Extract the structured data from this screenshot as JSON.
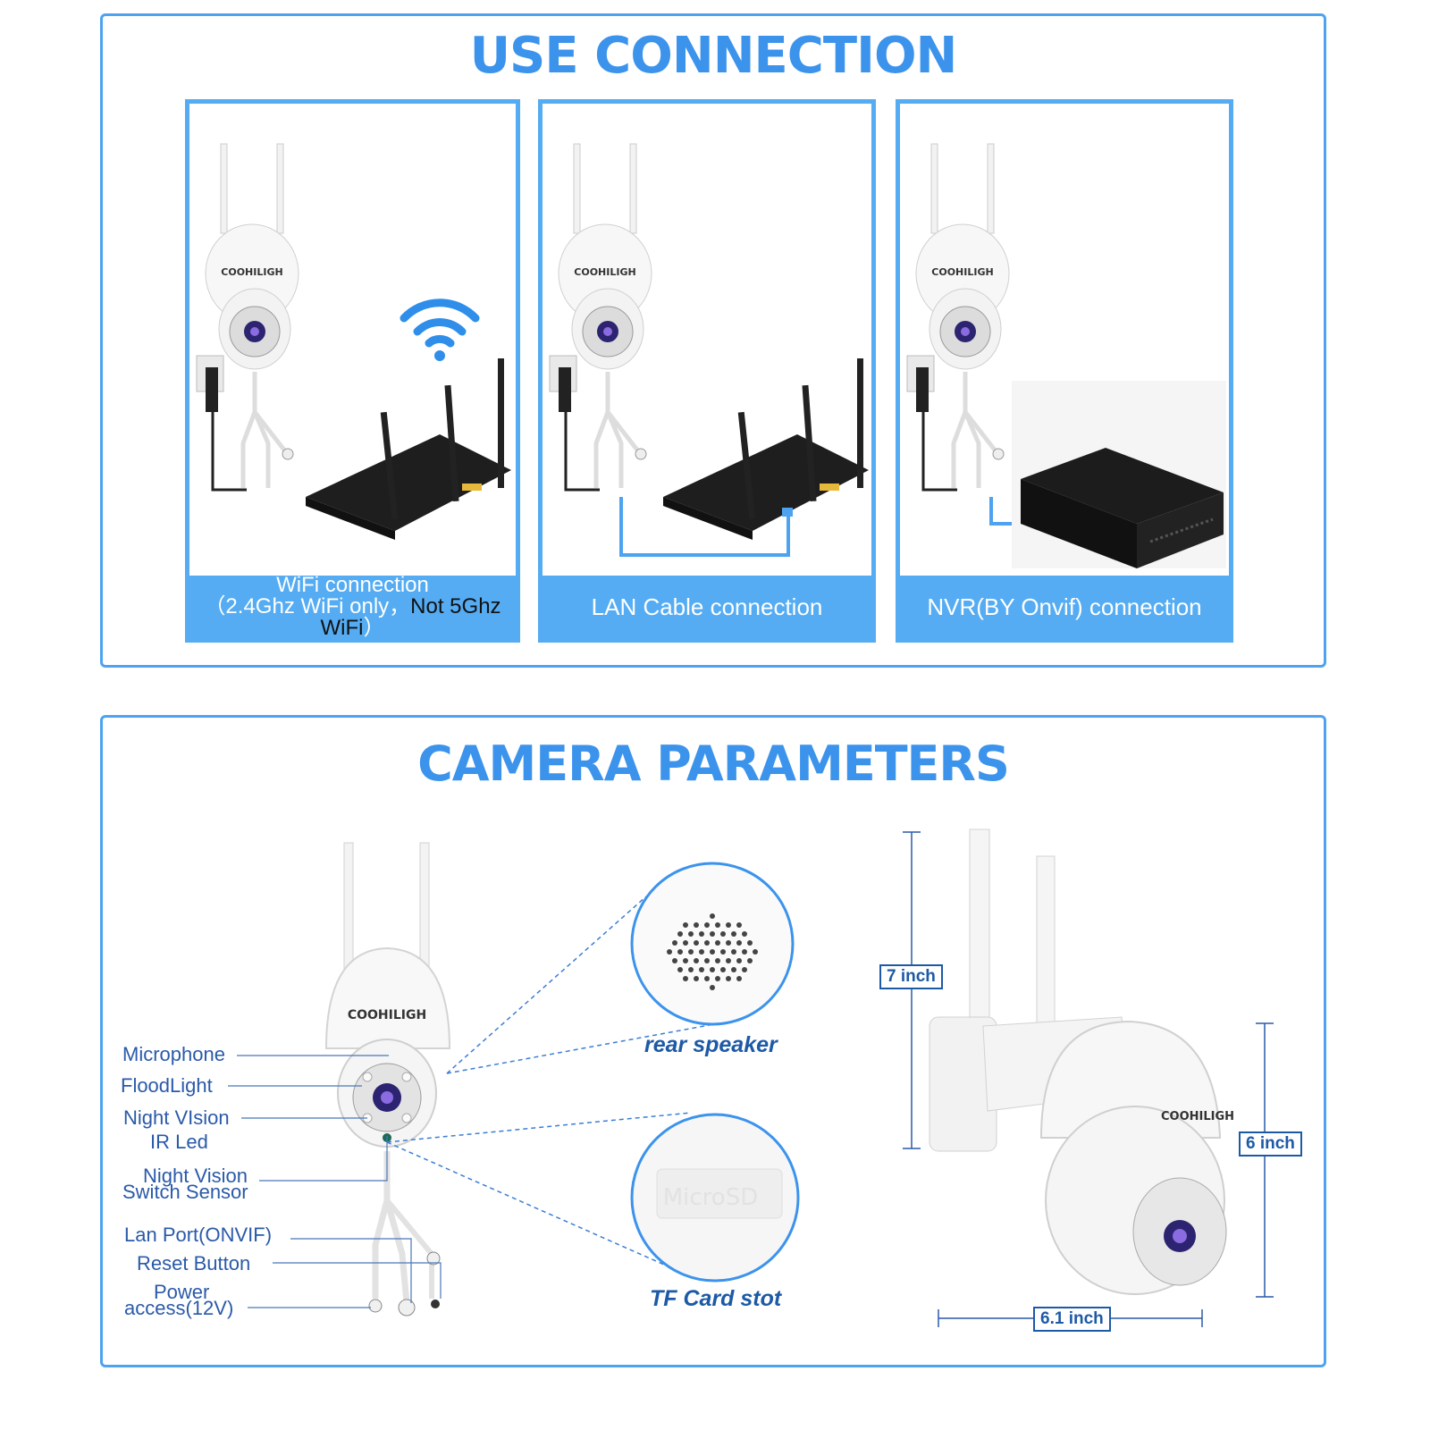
{
  "use_connection": {
    "title": "USE CONNECTION",
    "cards": [
      {
        "line1": "WiFi connection",
        "line2_light": "（2.4Ghz WiFi only，",
        "line2_dark": "Not 5Ghz WiFi",
        "line2_end": "）"
      },
      {
        "line1": "LAN Cable connection"
      },
      {
        "line1": "NVR(BY Onvif) connection"
      }
    ],
    "brand": "COOHILIGH"
  },
  "camera_parameters": {
    "title": "CAMERA PARAMETERS",
    "labels": {
      "microphone": "Microphone",
      "floodlight": "FloodLight",
      "night_vision_ir_1": "Night VIsion",
      "night_vision_ir_2": "IR Led",
      "switch_sensor_1": "Night Vision",
      "switch_sensor_2": "Switch Sensor",
      "lan_port": "Lan Port(ONVIF)",
      "reset_button": "Reset Button",
      "power_1": "Power",
      "power_2": "access(12V)"
    },
    "callouts": {
      "rear_speaker": "rear speaker",
      "tf_card": "TF Card stot",
      "micro_sd": "MicroSD"
    },
    "dimensions": {
      "height": "7 inch",
      "body_height": "6 inch",
      "width": "6.1 inch"
    }
  },
  "colors": {
    "accent": "#3c93ec",
    "card_blue": "#55acf2",
    "label_blue": "#2a5aa8"
  }
}
